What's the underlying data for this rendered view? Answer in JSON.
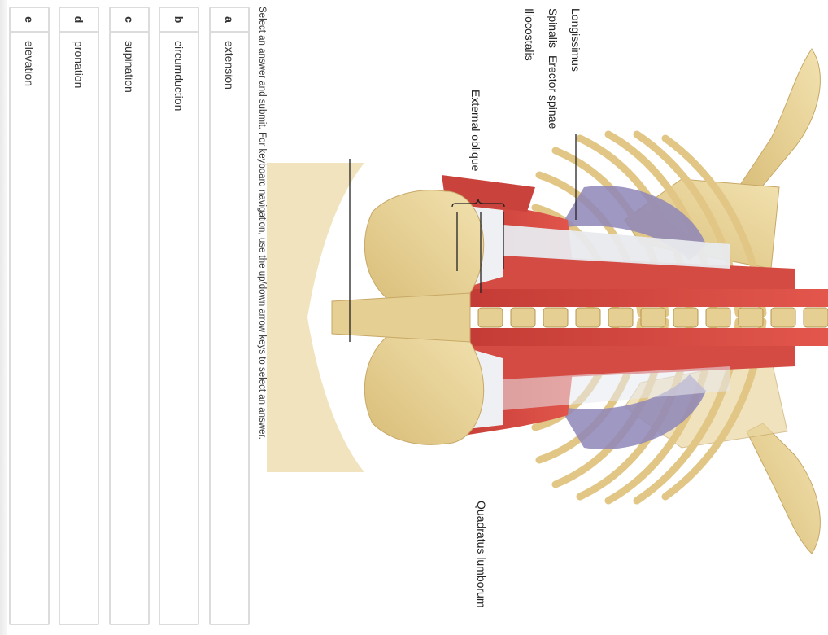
{
  "figure": {
    "labels": {
      "quadratus": "Quadratus lumborum",
      "longissimus": "Longissimus",
      "spinalis": "Spinalis",
      "iliocostalis": "Iliocostalis",
      "erector": "Erector spinae",
      "external_oblique": "External oblique"
    }
  },
  "instruction": "Select an answer and submit. For keyboard navigation, use the up/down arrow keys to select an answer.",
  "choices": [
    {
      "letter": "a",
      "text": "extension"
    },
    {
      "letter": "b",
      "text": "circumduction"
    },
    {
      "letter": "c",
      "text": "supination"
    },
    {
      "letter": "d",
      "text": "pronation"
    },
    {
      "letter": "e",
      "text": "elevation"
    }
  ],
  "colors": {
    "bone": "#e9d49a",
    "muscle": "#d9463f",
    "tendon": "#e8eaee",
    "deep": "#8e86b8"
  }
}
